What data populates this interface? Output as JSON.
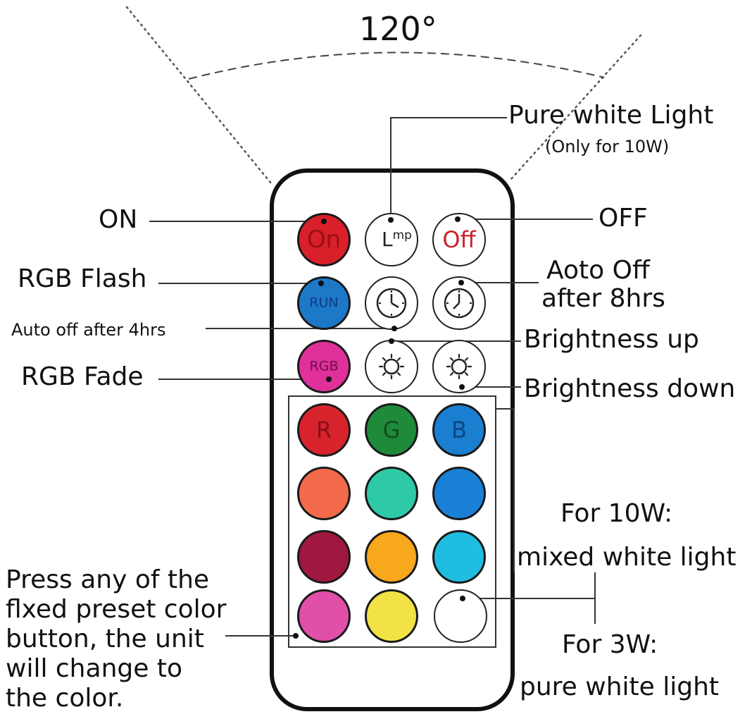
{
  "angle_label": "120°",
  "callouts": {
    "pure_white": "Pure white Light",
    "pure_white_note": "(Only for 10W)",
    "on": "ON",
    "off": "OFF",
    "rgb_flash": "RGB Flash",
    "auto_off_8_line1": "Aoto Off",
    "auto_off_8_line2": "after 8hrs",
    "auto_off_4": "Auto off after 4hrs",
    "brightness_up": "Brightness up",
    "rgb_fade": "RGB Fade",
    "brightness_down": "Brightness down",
    "for_10w": "For 10W:",
    "mixed_white": "mixed white light",
    "for_3w": "For 3W:",
    "pure_white_light": "pure white light",
    "preset_note": [
      "Press any of the",
      "flxed preset color",
      "button, the unit",
      "will change to",
      "the color."
    ]
  },
  "buttons": {
    "on_label": "On",
    "lamp_label": "L",
    "lamp_sup": "mp",
    "off_label": "Off",
    "run_label": "RUN",
    "rgb_label": "RGB",
    "r_label": "R",
    "g_label": "G",
    "b_label": "B"
  },
  "colors": {
    "on": "#d9202a",
    "off_text": "#c8232c",
    "run": "#1e78c8",
    "rgb_fade": "#e0309a",
    "red": "#d8232d",
    "green": "#1f8a3a",
    "blue": "#1a7fd0",
    "orange": "#f26a4b",
    "aqua": "#2ec9a6",
    "azure": "#1a80d6",
    "maroon": "#a0183f",
    "amber": "#f7a81c",
    "cyan": "#1fbde0",
    "pink": "#e04fa8",
    "yellow": "#f2e245",
    "white": "#ffffff"
  },
  "icons": {
    "clock": "clock-icon",
    "sun": "sun-icon"
  }
}
